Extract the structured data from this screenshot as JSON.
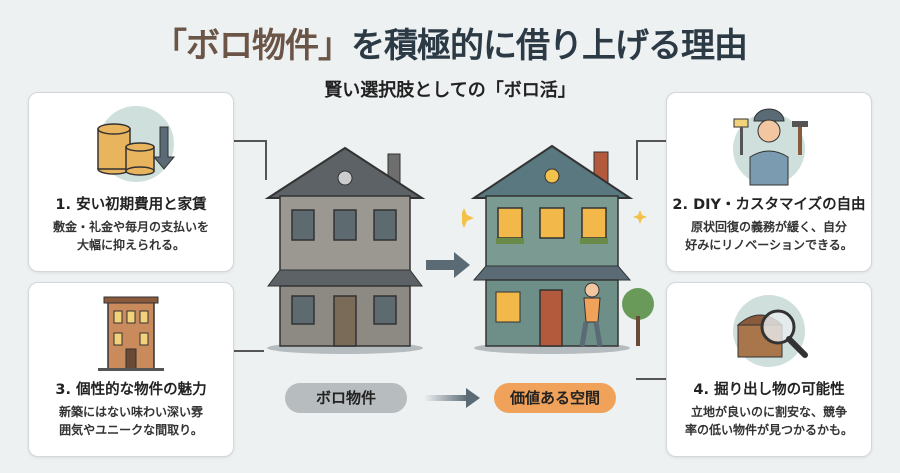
{
  "title": {
    "highlight": "「ボロ物件」",
    "rest": "を積極的に借り上げる理由"
  },
  "subtitle": "賢い選択肢としての「ボロ活」",
  "cards": [
    {
      "title": "1. 安い初期費用と家賃",
      "line1": "敷金・礼金や毎月の支払いを",
      "line2": "大幅に抑えられる。",
      "icon": "coins-down-icon"
    },
    {
      "title": "2. DIY・カスタマイズの自由",
      "line1": "原状回復の義務が緩く、自分",
      "line2": "好みにリノベーションできる。",
      "icon": "worker-tools-icon"
    },
    {
      "title": "3. 個性的な物件の魅力",
      "line1": "新築にはない味わい深い雰",
      "line2": "囲気やユニークな間取り。",
      "icon": "retro-building-icon"
    },
    {
      "title": "4. 掘り出し物の可能性",
      "line1": "立地が良いのに割安な、競争",
      "line2": "率の低い物件が見つかるかも。",
      "icon": "treasure-magnifier-icon"
    }
  ],
  "labels": {
    "before": "ボロ物件",
    "after": "価値ある空間"
  },
  "colors": {
    "accent": "#f1a25a",
    "brown": "#6b5547",
    "dark": "#2c3a45"
  }
}
